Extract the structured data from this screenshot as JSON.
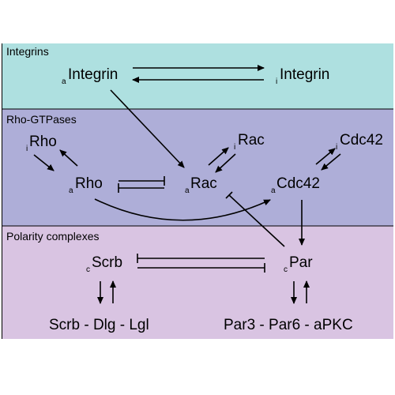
{
  "colors": {
    "integrins_band": "#aee0e0",
    "rho_band": "#aeaed8",
    "polarity_band": "#d9c4e2",
    "page": "#ffffff",
    "stroke": "#000000"
  },
  "sections": {
    "integrins": "Integrins",
    "rho": "Rho-GTPases",
    "polarity": "Polarity complexes"
  },
  "nodes": {
    "a_integrin": {
      "sub": "a",
      "label": "Integrin"
    },
    "i_integrin": {
      "sub": "i",
      "label": "Integrin"
    },
    "i_rho": {
      "sub": "i",
      "label": "Rho"
    },
    "a_rho": {
      "sub": "a",
      "label": "Rho"
    },
    "i_rac": {
      "sub": "i",
      "label": "Rac"
    },
    "a_rac": {
      "sub": "a",
      "label": "Rac"
    },
    "i_cdc42": {
      "sub": "i",
      "label": "Cdc42"
    },
    "a_cdc42": {
      "sub": "a",
      "label": "Cdc42"
    },
    "c_scrb": {
      "sub": "c",
      "label": "Scrb"
    },
    "c_par": {
      "sub": "c",
      "label": "Par"
    },
    "scrb_complex": {
      "label": "Scrb - Dlg - Lgl"
    },
    "par_complex": {
      "label": "Par3 - Par6 - aPKC"
    }
  }
}
